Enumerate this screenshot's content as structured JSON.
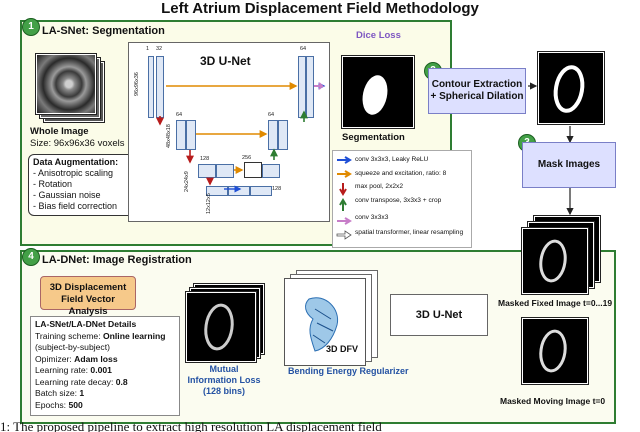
{
  "title": "Left Atrium Displacement Field Methodology",
  "panel1": {
    "number": "1",
    "title": "LA-SNet: Segmentation"
  },
  "panel2": {
    "number": "2",
    "label": "Contour Extraction + Spherical Dilation"
  },
  "panel3": {
    "number": "3",
    "label": "Mask Images"
  },
  "panel4": {
    "number": "4",
    "title": "LA-DNet: Image Registration"
  },
  "whole_image": {
    "label": "Whole Image",
    "size": "Size: 96x96x36 voxels"
  },
  "augmentation": {
    "title": "Data Augmentation:",
    "items": [
      "- Anisotropic scaling",
      "- Rotation",
      "- Gaussian noise",
      "- Bias field correction"
    ]
  },
  "unet_top": {
    "label": "3D U-Net",
    "tiny": [
      "1",
      "32",
      "64",
      "96x96x36",
      "32",
      "64",
      "48x48x18",
      "64",
      "128",
      "24x24x9",
      "128",
      "256",
      "12x12x5",
      "128"
    ]
  },
  "dice_loss": "Dice Loss",
  "segmentation": "Segmentation",
  "legend": [
    "conv 3x3x3, Leaky ReLU",
    "squeeze and excitation, ratio: 8",
    "max pool, 2x2x2",
    "conv transpose, 3x3x3 + crop",
    "conv 3x3x3",
    "spatial transformer, linear resampling"
  ],
  "dfv_analysis": "3D Displacement Field Vector Analysis",
  "details": {
    "title": "LA-SNet/LA-DNet Details",
    "lines": [
      {
        "k": "Training scheme: ",
        "v": "Online learning"
      },
      {
        "k": "(subject-by-subject)",
        "v": ""
      },
      {
        "k": "Opimizer: ",
        "v": "Adam loss"
      },
      {
        "k": "Learning rate: ",
        "v": "0.001"
      },
      {
        "k": "Learning rate decay: ",
        "v": "0.8"
      },
      {
        "k": "Batch size: ",
        "v": "1"
      },
      {
        "k": "Epochs: ",
        "v": "500"
      }
    ]
  },
  "mi_loss": "Mutual Information Loss (128 bins)",
  "dfv_label": "3D DFV",
  "bending": "Bending Energy Regularizer",
  "unet_bottom": "3D U-Net",
  "masked_fixed": "Masked Fixed Image t=0...19",
  "masked_moving": "Masked Moving Image t=0",
  "caption_fragment": "1: The proposed pipeline to extract high resolution LA displacement field",
  "colors": {
    "panel_border": "#2e7d32",
    "badge": "#43a047",
    "box_fill": "#dde0ff",
    "dashed": "#7e57c2"
  }
}
